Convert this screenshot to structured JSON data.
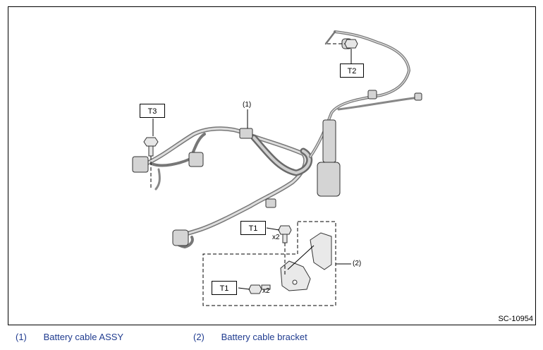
{
  "labels": {
    "callout_1": "(1)",
    "callout_2": "(2)",
    "torque_t1a": "T1",
    "torque_t1b": "T1",
    "torque_t2": "T2",
    "torque_t3": "T3",
    "qty_a": "x2",
    "qty_b": "x2"
  },
  "figure_code": "SC-10954",
  "legend": [
    {
      "num": "(1)",
      "text": "Battery cable ASSY"
    },
    {
      "num": "(2)",
      "text": "Battery cable bracket"
    }
  ]
}
